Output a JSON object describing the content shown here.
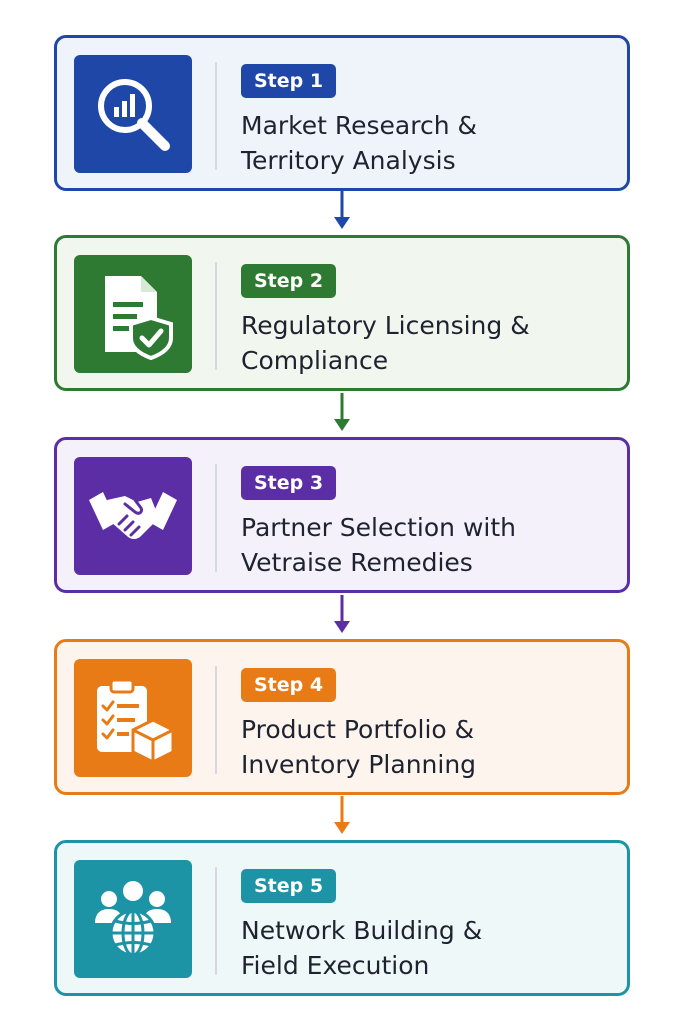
{
  "steps": [
    {
      "badge": "Step 1",
      "title_line1": "Market Research &",
      "title_line2": "Territory Analysis",
      "icon": "magnifier-bar-chart-icon",
      "accent": "#1f47a8",
      "fill": "#eff4fb"
    },
    {
      "badge": "Step 2",
      "title_line1": "Regulatory Licensing &",
      "title_line2": "Compliance",
      "icon": "document-shield-icon",
      "accent": "#2e7a32",
      "fill": "#f1f7ee"
    },
    {
      "badge": "Step 3",
      "title_line1": "Partner Selection with",
      "title_line2": "Vetraise Remedies",
      "icon": "handshake-icon",
      "accent": "#5b2ea6",
      "fill": "#f5f1fb"
    },
    {
      "badge": "Step 4",
      "title_line1": "Product Portfolio &",
      "title_line2": "Inventory Planning",
      "icon": "clipboard-box-icon",
      "accent": "#e87b16",
      "fill": "#fdf4ee"
    },
    {
      "badge": "Step 5",
      "title_line1": "Network Building &",
      "title_line2": "Field Execution",
      "icon": "people-globe-icon",
      "accent": "#1d93a6",
      "fill": "#eef8f9"
    }
  ]
}
